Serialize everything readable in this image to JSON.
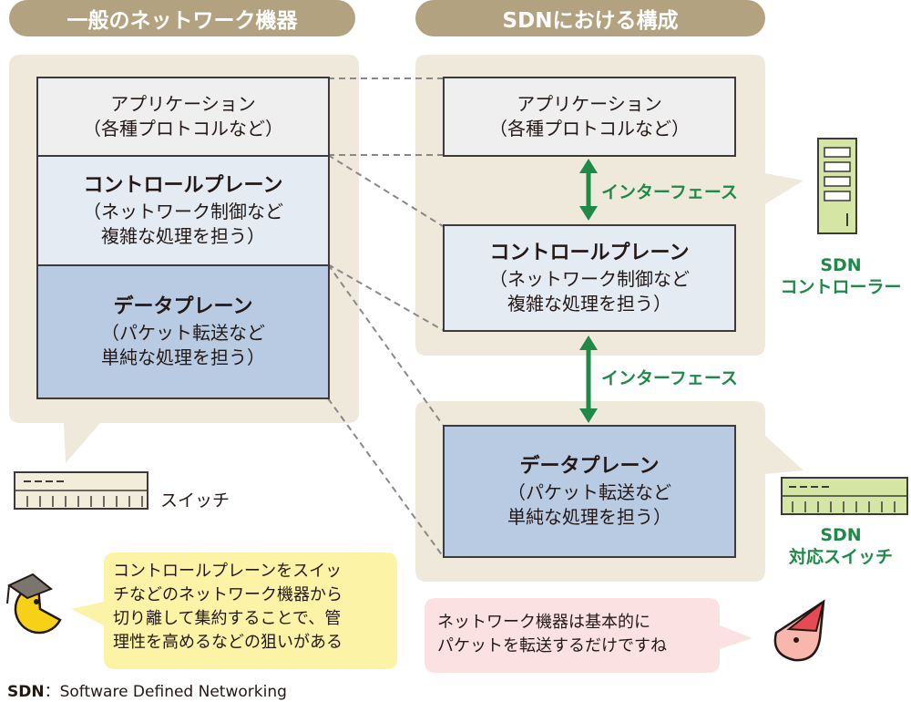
{
  "left_header": "一般のネットワーク機器",
  "right_header": "SDNにおける構成",
  "left_stack": {
    "app_line1": "アプリケーション",
    "app_line2": "（各種プロトコルなど）",
    "ctl_title": "コントロールプレーン",
    "ctl_line1": "（ネットワーク制御など",
    "ctl_line2": "複雑な処理を担う）",
    "data_title": "データプレーン",
    "data_line1": "（パケット転送など",
    "data_line2": "単純な処理を担う）"
  },
  "right_stack": {
    "app_line1": "アプリケーション",
    "app_line2": "（各種プロトコルなど）",
    "ctl_title": "コントロールプレーン",
    "ctl_line1": "（ネットワーク制御など",
    "ctl_line2": "複雑な処理を担う）",
    "data_title": "データプレーン",
    "data_line1": "（パケット転送など",
    "data_line2": "単純な処理を担う）"
  },
  "interface_label_1": "インターフェース",
  "interface_label_2": "インターフェース",
  "switch_label": "スイッチ",
  "sdn_controller_line1": "SDN",
  "sdn_controller_line2": "コントローラー",
  "sdn_switch_line1": "SDN",
  "sdn_switch_line2": "対応スイッチ",
  "yellow_bubble": {
    "line1": "コントロールプレーンをスイッ",
    "line2": "チなどのネットワーク機器から",
    "line3": "切り離して集約することで、管",
    "line4": "理性を高めるなどの狙いがある"
  },
  "pink_bubble": {
    "line1": "ネットワーク機器は基本的に",
    "line2": "パケットを転送するだけですね"
  },
  "footnote_abbr": "SDN",
  "footnote_text": "：Software Defined Networking",
  "colors": {
    "banner": "#b3a27f",
    "panel": "#efe9dc",
    "app_box": "#efefef",
    "control_box": "#e4ebf3",
    "data_box": "#b9cbe3",
    "green": "#1f8a48",
    "sdn_device": "#d5e5a3",
    "yellow_bubble": "#fdf3a6",
    "pink_bubble": "#fbe1e2"
  }
}
